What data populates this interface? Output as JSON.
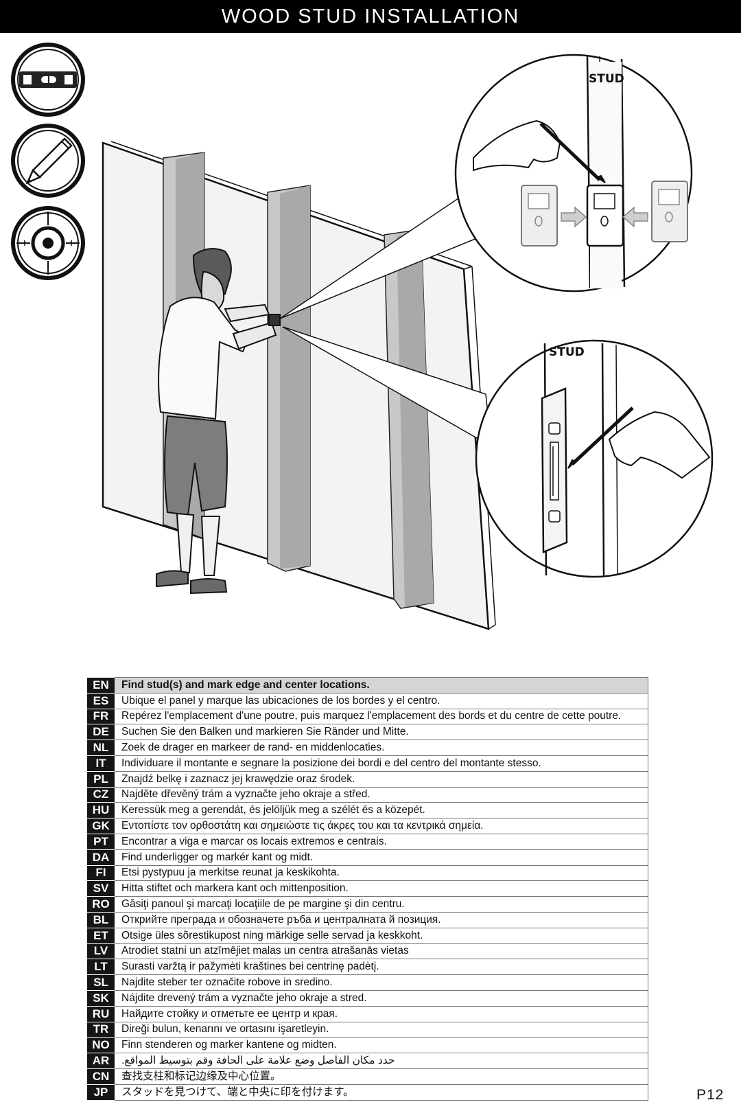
{
  "header": {
    "title": "WOOD STUD INSTALLATION"
  },
  "icons": [
    "level-icon",
    "pencil-icon",
    "target-icon"
  ],
  "illustration": {
    "callout_top_label": "STUD",
    "callout_bottom_label": "STUD"
  },
  "instructions": [
    {
      "code": "EN",
      "text": "Find stud(s) and mark edge and center locations."
    },
    {
      "code": "ES",
      "text": "Ubique el panel y marque las ubicaciones de los bordes y el centro."
    },
    {
      "code": "FR",
      "text": "Repérez l'emplacement d'une poutre, puis marquez l'emplacement des bords et du centre de cette poutre."
    },
    {
      "code": "DE",
      "text": "Suchen Sie den Balken und markieren Sie Ränder und Mitte."
    },
    {
      "code": "NL",
      "text": "Zoek de drager en markeer de rand- en middenlocaties."
    },
    {
      "code": "IT",
      "text": "Individuare il montante e segnare la posizione dei bordi e del centro del montante stesso."
    },
    {
      "code": "PL",
      "text": "Znajdź belkę i zaznacz jej krawędzie oraz środek."
    },
    {
      "code": "CZ",
      "text": "Najděte dřevěný trám a vyznačte jeho okraje a střed."
    },
    {
      "code": "HU",
      "text": "Keressük meg a gerendát, és jelöljük meg a szélét és a közepét."
    },
    {
      "code": "GK",
      "text": "Εντοπίστε τον ορθοστάτη και σημειώστε τις άκρες του και τα κεντρικά σημεία."
    },
    {
      "code": "PT",
      "text": "Encontrar a viga e marcar os locais extremos e centrais."
    },
    {
      "code": "DA",
      "text": "Find underligger og markér kant og midt."
    },
    {
      "code": "FI",
      "text": "Etsi pystypuu ja merkitse reunat ja keskikohta."
    },
    {
      "code": "SV",
      "text": "Hitta stiftet och markera kant och mittenposition."
    },
    {
      "code": "RO",
      "text": "Găsiţi panoul şi marcaţi locaţiile de pe margine şi din centru."
    },
    {
      "code": "BL",
      "text": "Открийте преграда и обозначете ръба и централната й позиция."
    },
    {
      "code": "ET",
      "text": "Otsige üles sõrestikupost ning märkige selle servad ja keskkoht."
    },
    {
      "code": "LV",
      "text": "Atrodiet statni un atzīmējiet malas un centra atrašanās vietas"
    },
    {
      "code": "LT",
      "text": "Surasti varžtą ir pažymėti kraštines bei centrinę padėtį."
    },
    {
      "code": "SL",
      "text": "Najdite steber ter označite robove in sredino."
    },
    {
      "code": "SK",
      "text": "Nájdite drevený trám a vyznačte jeho okraje a stred."
    },
    {
      "code": "RU",
      "text": "Найдите стойку и отметьте ее центр и края."
    },
    {
      "code": "TR",
      "text": "Direği bulun, kenarını ve ortasını işaretleyin."
    },
    {
      "code": "NO",
      "text": "Finn stenderen og marker kantene og midten."
    },
    {
      "code": "AR",
      "text": "حدد مكان الفاصل وضع علامة على الحافة وقم بتوسيط المواقع."
    },
    {
      "code": "CN",
      "text": "查找支柱和标记边缘及中心位置。"
    },
    {
      "code": "JP",
      "text": "スタッドを見つけて、端と中央に印を付けます。"
    }
  ],
  "footer": {
    "page_number": "P12"
  }
}
